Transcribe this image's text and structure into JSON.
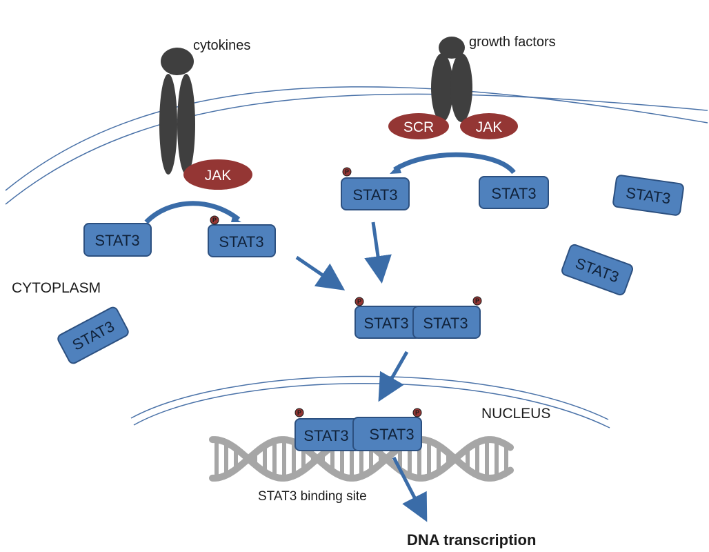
{
  "labels": {
    "cytokines": "cytokines",
    "growth_factors": "growth factors",
    "cytoplasm": "CYTOPLASM",
    "nucleus": "NUCLEUS",
    "binding_site": "STAT3 binding site",
    "dna_transcription": "DNA transcription"
  },
  "enzymes": {
    "jak_left": "JAK",
    "scr": "SCR",
    "jak_right": "JAK"
  },
  "phospho_mark": "P",
  "stat3": {
    "left_unphos": "STAT3",
    "left_phos": "STAT3",
    "right_phos": "STAT3",
    "right_unphos": "STAT3",
    "free_top_right": "STAT3",
    "free_mid_right": "STAT3",
    "free_left": "STAT3",
    "dimer_a": "STAT3",
    "dimer_b": "STAT3",
    "nuc_dimer_a": "STAT3",
    "nuc_dimer_b": "STAT3"
  },
  "colors": {
    "stat3_fill": "#4f81bd",
    "stat3_stroke": "#2c5080",
    "receptor": "#3f3f3f",
    "enzyme": "#943634",
    "membrane": "#4a72a8",
    "arrow": "#3a6ca8",
    "dna": "#a6a6a6"
  }
}
